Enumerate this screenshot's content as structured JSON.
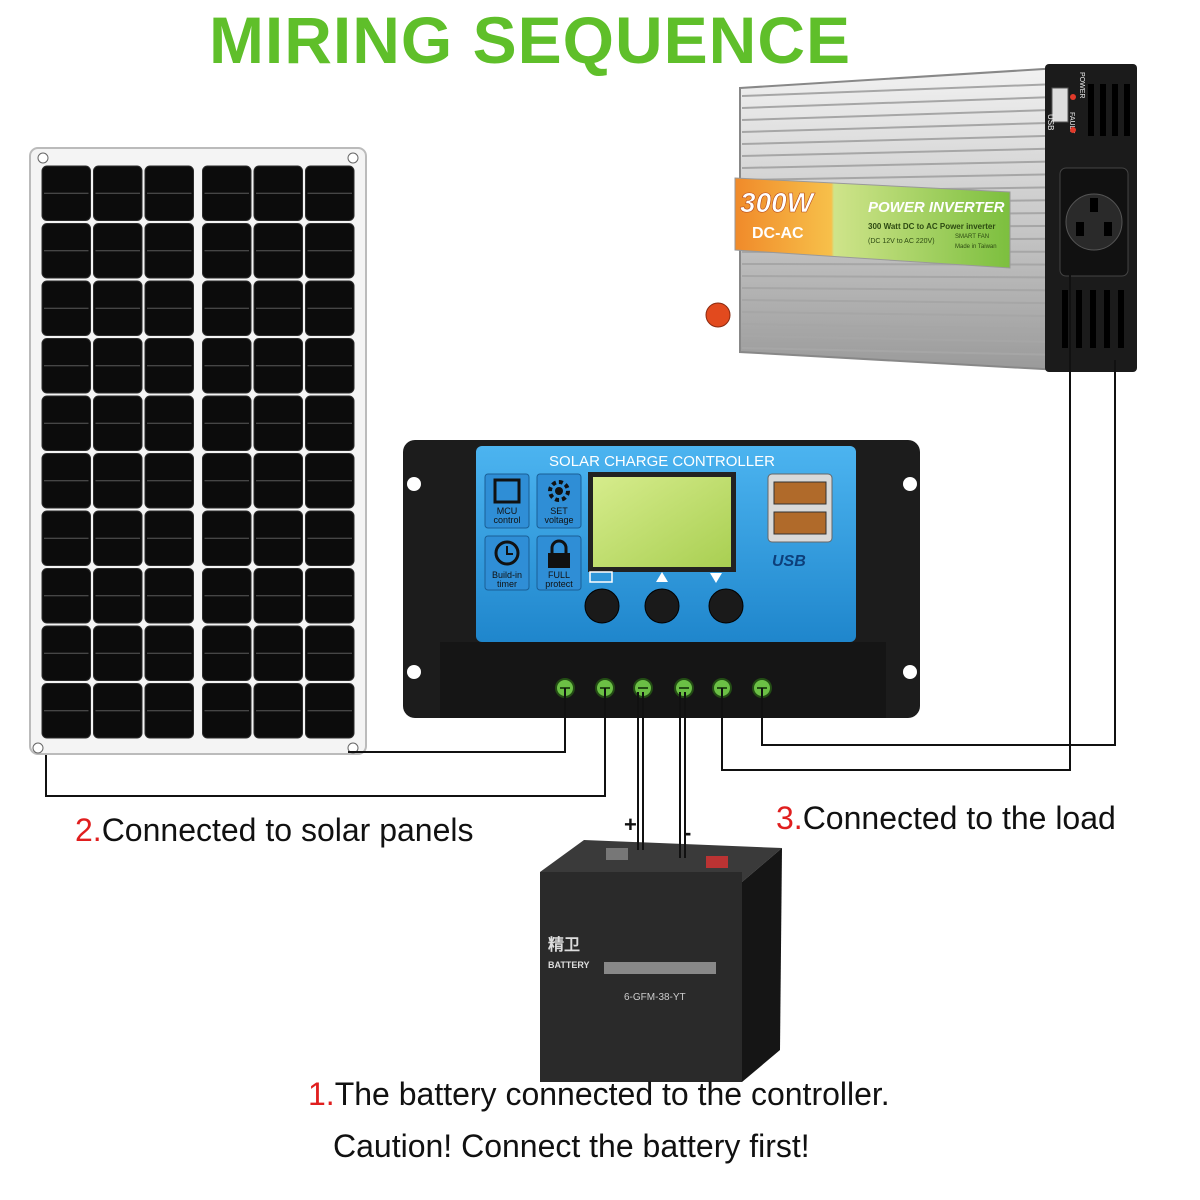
{
  "title": "MIRING SEQUENCE",
  "colors": {
    "title": "#5fbf2a",
    "step_number": "#e01e1e",
    "controller_face": "#2b9ae0",
    "wire": "#111111"
  },
  "inverter": {
    "power": "300W",
    "type": "DC-AC",
    "banner": "POWER INVERTER",
    "line1": "300 Watt DC to AC Power inverter",
    "line2": "(DC 12V to AC 220V)",
    "smart_fan": "SMART FAN",
    "made_in": "Made in Taiwan",
    "usb": "USB",
    "fault": "FAULT",
    "power_led": "POWER"
  },
  "controller": {
    "title": "SOLAR CHARGE CONTROLLER",
    "usb_logo": "USB",
    "features": [
      {
        "icon": "chip-icon",
        "line1": "MCU",
        "line2": "control"
      },
      {
        "icon": "gear-icon",
        "line1": "SET",
        "line2": "voltage"
      },
      {
        "icon": "clock-icon",
        "line1": "Build-in",
        "line2": "timer"
      },
      {
        "icon": "lock-icon",
        "line1": "FULL",
        "line2": "protect"
      }
    ],
    "buttons": [
      "menu-button",
      "up-button",
      "down-button"
    ]
  },
  "battery": {
    "brand_cn": "精卫",
    "brand": "BATTERY",
    "model": "6-GFM-38-YT",
    "positive": "+",
    "negative": "-"
  },
  "steps": [
    {
      "number": "2.",
      "text": "Connected to solar panels"
    },
    {
      "number": "3.",
      "text": "Connected to the load"
    },
    {
      "number": "1.",
      "text": "The battery connected to the controller."
    }
  ],
  "caution": "Caution! Connect the battery first!"
}
